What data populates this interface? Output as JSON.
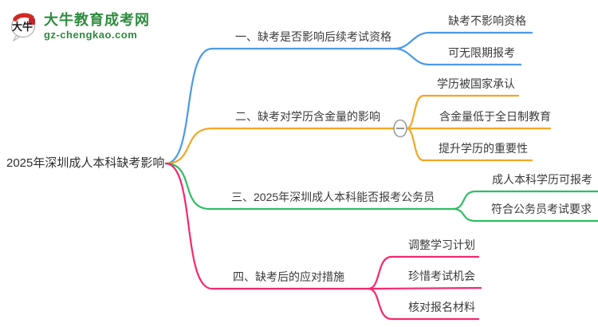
{
  "logo": {
    "site_name": "大牛教育成考网",
    "site_url": "gz-chengkao.com",
    "brand_color": "#2e8b3e",
    "icon": "daniu-speech-bubble-seal",
    "icon_text": "大牛"
  },
  "mindmap": {
    "root": {
      "label": "2025年深圳成人本科缺考影响"
    },
    "text_color": "#3a3a3a",
    "branches": [
      {
        "label": "一、缺考是否影响后续考试资格",
        "color": "#4a9ae8",
        "children": [
          {
            "label": "缺考不影响资格"
          },
          {
            "label": "可无限期报考"
          }
        ]
      },
      {
        "label": "二、缺考对学历含金量的影响",
        "color": "#f5a623",
        "collapse_toggle": {
          "state": "expanded",
          "glyph": "minus"
        },
        "children": [
          {
            "label": "学历被国家承认"
          },
          {
            "label": "含金量低于全日制教育"
          },
          {
            "label": "提升学历的重要性"
          }
        ]
      },
      {
        "label": "三、2025年深圳成人本科能否报考公务员",
        "color": "#2fbe62",
        "children": [
          {
            "label": "成人本科学历可报考"
          },
          {
            "label": "符合公务员考试要求"
          }
        ]
      },
      {
        "label": "四、缺考后的应对措施",
        "color": "#f8266e",
        "children": [
          {
            "label": "调整学习计划"
          },
          {
            "label": "珍惜考试机会"
          },
          {
            "label": "核对报名材料"
          }
        ]
      }
    ]
  }
}
